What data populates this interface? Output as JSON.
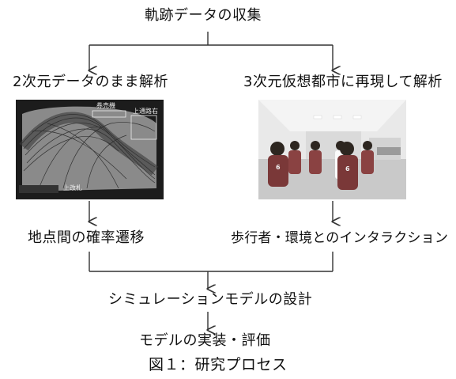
{
  "diagram": {
    "top_node": "軌跡データの収集",
    "left_branch": {
      "title": "2次元データのまま解析",
      "image_labels": {
        "a": "券売機",
        "b": "上通路右",
        "c": "上改札"
      },
      "result": "地点間の確率遷移"
    },
    "right_branch": {
      "title": "3次元仮想都市に再現して解析",
      "result": "歩行者・環境とのインタラクション"
    },
    "merge_node": "シミュレーションモデルの設計",
    "final_node": "モデルの実装・評価",
    "caption": "図１：研究プロセス"
  },
  "colors": {
    "line": "#333333",
    "text": "#111111"
  }
}
